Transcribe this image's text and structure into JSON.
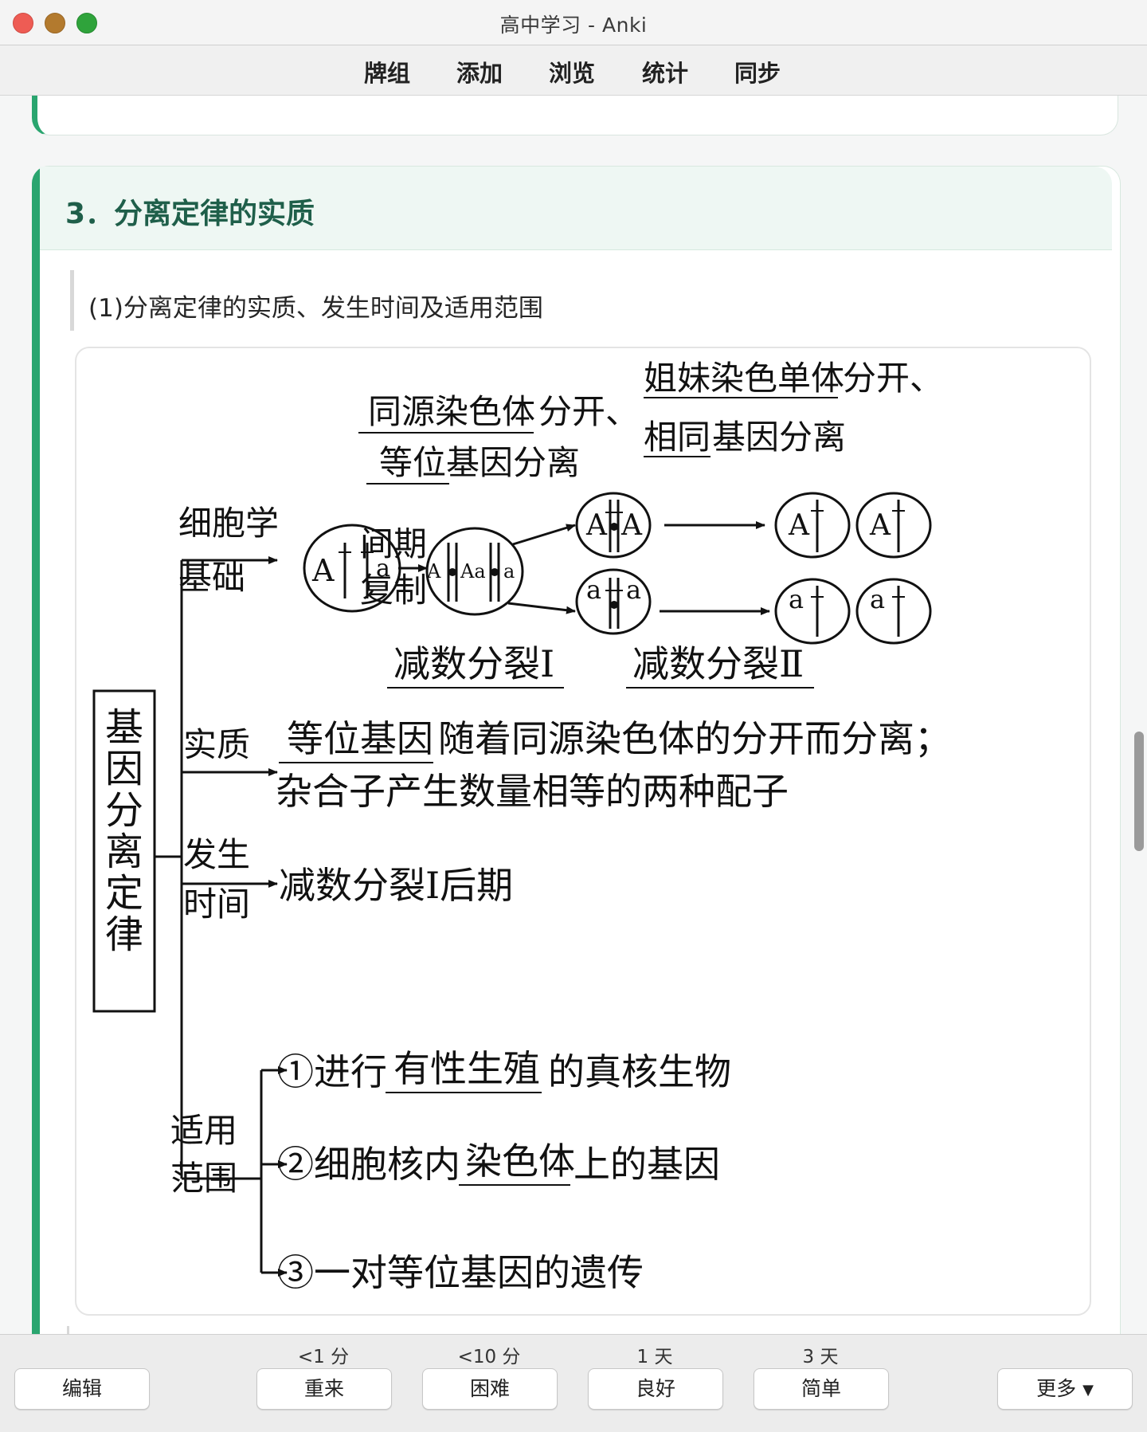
{
  "window": {
    "title": "高中学习 - Anki"
  },
  "toolbar": {
    "items": [
      "牌组",
      "添加",
      "浏览",
      "统计",
      "同步"
    ]
  },
  "card": {
    "section_title": "3．分离定律的实质",
    "subsection": "(1)分离定律的实质、发生时间及适用范围"
  },
  "figure": {
    "root_label": [
      "基",
      "因",
      "分",
      "离",
      "定",
      "律"
    ],
    "branch1": {
      "label_top": "细胞学",
      "label_bottom": "基础",
      "interphase_top": "间期",
      "interphase_bottom": "复制",
      "meiosis1_line1_answer": "同源染色体",
      "meiosis1_line1_rest": "分开、",
      "meiosis1_line2_answer": "等位",
      "meiosis1_line2_rest": "基因分离",
      "meiosis2_line1_answer": "姐妹染色单体",
      "meiosis2_line1_rest": "分开、",
      "meiosis2_line2_answer": "相同",
      "meiosis2_line2_rest": "基因分离",
      "stage1_label": "减数分裂Ⅰ",
      "stage2_label": "减数分裂Ⅱ",
      "allele_upper": "A",
      "allele_lower": "a",
      "cell_mid_left": "A",
      "cell_mid_center": "Aa",
      "cell_mid_right": "a"
    },
    "branch2": {
      "label": "实质",
      "answer": "等位基因",
      "text_rest": "随着同源染色体的分开而分离；",
      "text_line2": "杂合子产生数量相等的两种配子"
    },
    "branch3": {
      "label_top": "发生",
      "label_bottom": "时间",
      "text": "减数分裂Ⅰ后期"
    },
    "branch4": {
      "label_top": "适用",
      "label_bottom": "范围",
      "item1_prefix": "①进行",
      "item1_answer": "有性生殖",
      "item1_suffix": "的真核生物",
      "item2_prefix": "②细胞核内",
      "item2_answer": "染色体",
      "item2_suffix": "上的基因",
      "item3": "③一对等位基因的遗传"
    }
  },
  "answer_bar": {
    "edit": "编辑",
    "more": "更多",
    "buttons": [
      {
        "label": "重来",
        "interval": "<1 分"
      },
      {
        "label": "困难",
        "interval": "<10 分"
      },
      {
        "label": "良好",
        "interval": "1 天"
      },
      {
        "label": "简单",
        "interval": "3 天"
      }
    ]
  }
}
